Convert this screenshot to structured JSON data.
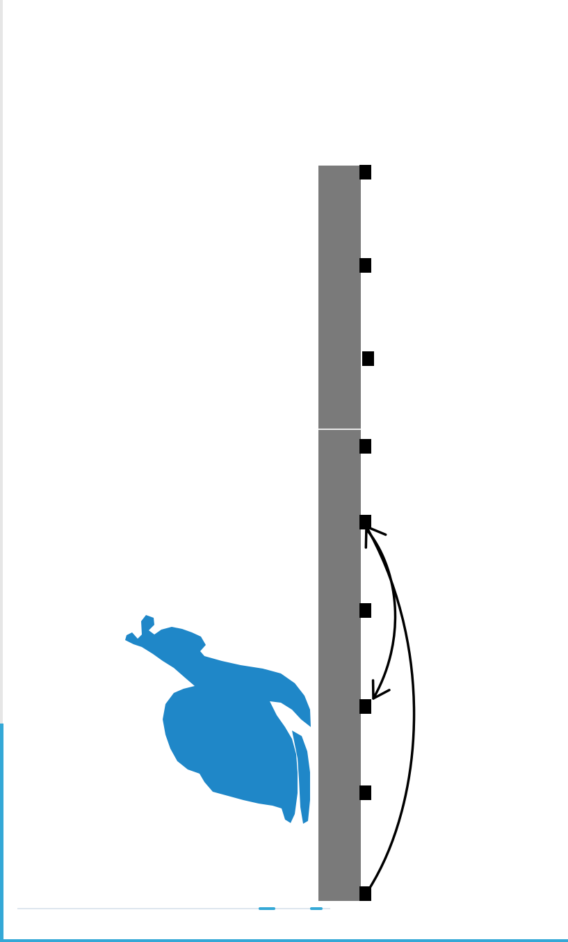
{
  "diagram": {
    "subject": "climbing-figure-on-wall",
    "colors": {
      "wall": "#7a7a7a",
      "wall_seam": "#e9e9e9",
      "hold": "#000000",
      "figure": "#1f87c8",
      "arrow": "#000000",
      "accent": "#34a8d6",
      "edge": "#e6e6e6"
    },
    "wall": {
      "panels": 2
    },
    "holds": {
      "count": 9,
      "rungs": [
        1,
        2,
        3,
        4,
        5,
        6,
        7,
        8,
        9
      ]
    },
    "moves": [
      {
        "from_rung": 5,
        "to_rung": 7,
        "arrowhead": "end"
      },
      {
        "from_rung": 9,
        "to_rung": 5,
        "arrowhead": "end"
      }
    ],
    "figure": {
      "icon": "climber-silhouette-icon"
    }
  }
}
